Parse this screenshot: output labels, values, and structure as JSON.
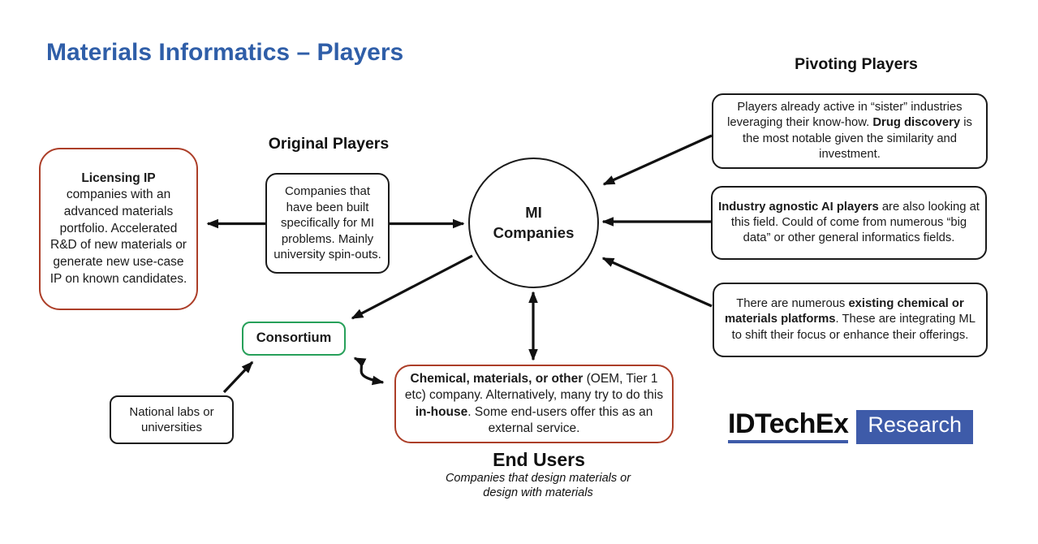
{
  "title": {
    "text": "Materials Informatics – Players",
    "color": "#2F5EA8"
  },
  "headings": {
    "original_players": "Original Players",
    "pivoting_players": "Pivoting Players",
    "end_users": "End Users",
    "end_users_subtitle": "Companies that design materials or design with materials"
  },
  "center_circle": {
    "lines": [
      "MI",
      "Companies"
    ]
  },
  "boxes": {
    "licensing": {
      "bold": "Licensing IP",
      "text": "companies with an advanced materials portfolio. Accelerated R&D of new materials or generate new use-case IP on known candidates.",
      "border_color": "#AC3E28"
    },
    "original": {
      "text": "Companies that have been built specifically for MI problems. Mainly university spin-outs."
    },
    "pivot_sister": {
      "pre": "Players already active in “sister” industries leveraging their know-how. ",
      "bold": "Drug discovery",
      "post": " is the most notable given the similarity and investment."
    },
    "pivot_ai": {
      "bold": "Industry agnostic AI players",
      "post": " are also looking at this field. Could of come from numerous “big data” or other general informatics fields."
    },
    "pivot_platforms": {
      "pre": "There are numerous ",
      "bold": "existing chemical or materials platforms",
      "post": ". These are integrating ML to shift their focus or enhance their offerings."
    },
    "consortium": {
      "text": "Consortium",
      "border_color": "#27A05A"
    },
    "national_labs": {
      "text": "National labs or universities"
    },
    "end_users": {
      "bold1": "Chemical, materials, or other",
      "mid": " (OEM, Tier 1 etc) company. Alternatively, many try to do this ",
      "bold2": "in-house",
      "post": ". Some end-users offer this as an external service.",
      "border_color": "#AC3E28"
    }
  },
  "logo": {
    "name": "IDTechEx",
    "suffix": "Research",
    "accent": "#3E5BA9"
  }
}
